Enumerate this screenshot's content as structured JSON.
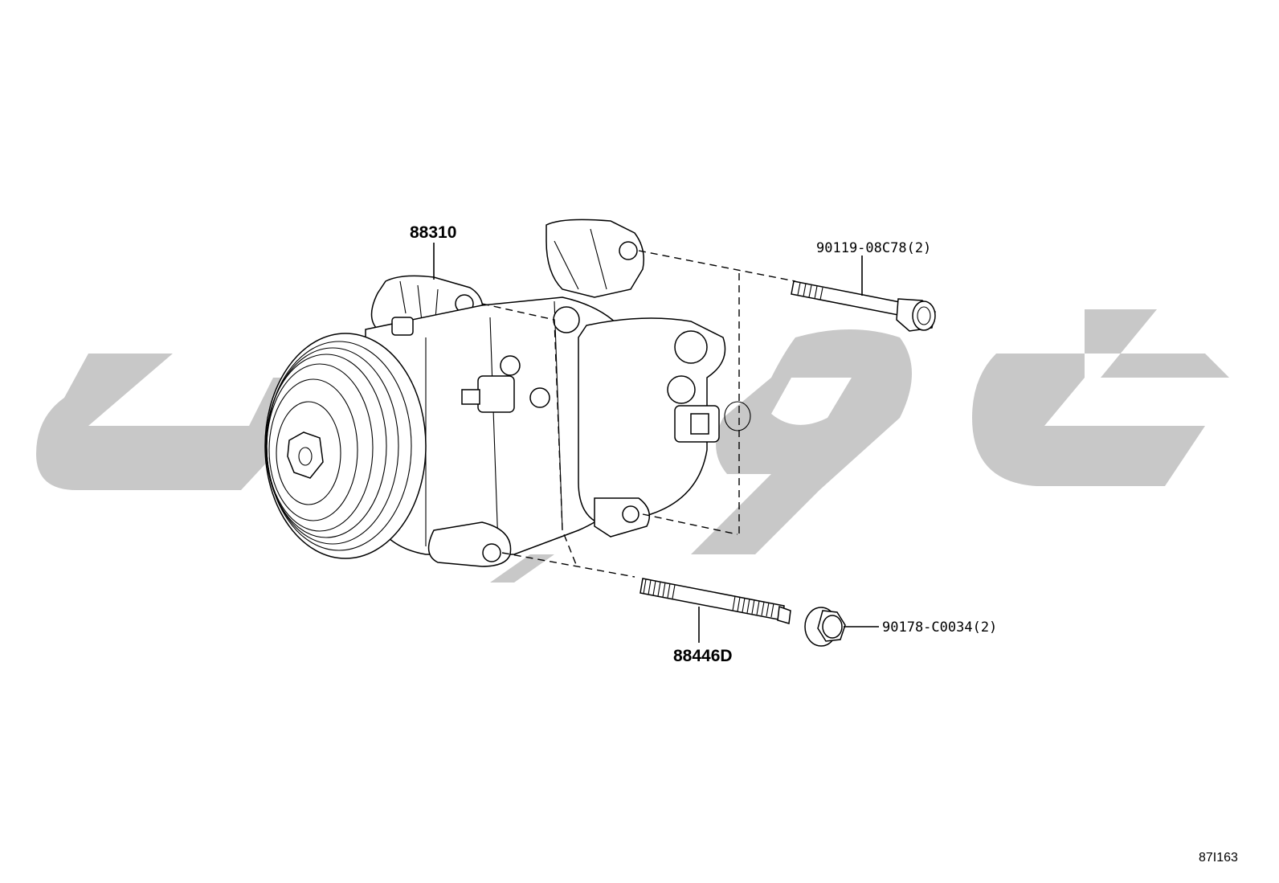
{
  "diagram": {
    "callouts": [
      {
        "id": "compressor",
        "label": "88310"
      },
      {
        "id": "bolt",
        "label": "90119-08C78(2)"
      },
      {
        "id": "stud",
        "label": "88446D"
      },
      {
        "id": "nut",
        "label": "90178-C0034(2)"
      }
    ],
    "figure_code": "87I163",
    "watermark_color": "#c8c8c8"
  }
}
